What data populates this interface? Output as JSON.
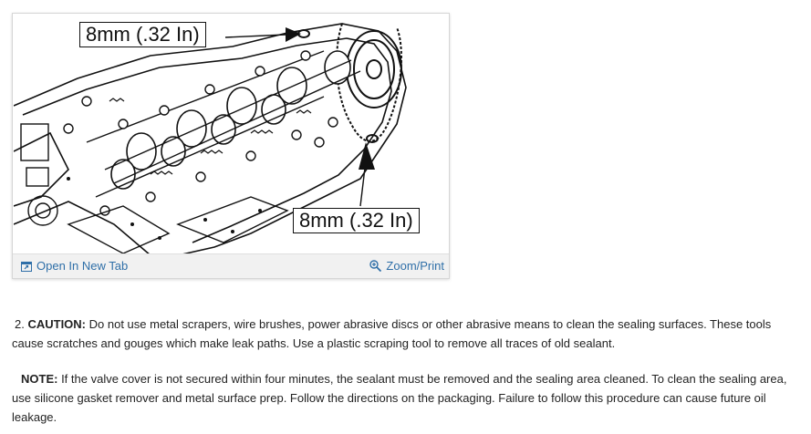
{
  "figure": {
    "callout_top": "8mm (.32 In)",
    "callout_bottom": "8mm (.32 In)",
    "open_tab_label": "Open In New Tab",
    "zoom_label": "Zoom/Print",
    "icons": {
      "open": "open-in-new-tab-icon",
      "zoom": "magnifier-plus-icon"
    }
  },
  "steps": [
    {
      "number": "2.",
      "label": "CAUTION:",
      "text": " Do not use metal scrapers, wire brushes, power abrasive discs or other abrasive means to clean the sealing surfaces. These tools cause scratches and gouges which make leak paths. Use a plastic scraping tool to remove all traces of old sealant."
    }
  ],
  "note": {
    "label": "NOTE:",
    "text": " If the valve cover is not secured within four minutes, the sealant must be removed and the sealing area cleaned. To clean the sealing area, use silicone gasket remover and metal surface prep. Follow the directions on the packaging. Failure to follow this procedure can cause future oil leakage."
  },
  "colors": {
    "link": "#2f6fa8",
    "toolbar_bg": "#f1f1f1",
    "text": "#222222"
  }
}
